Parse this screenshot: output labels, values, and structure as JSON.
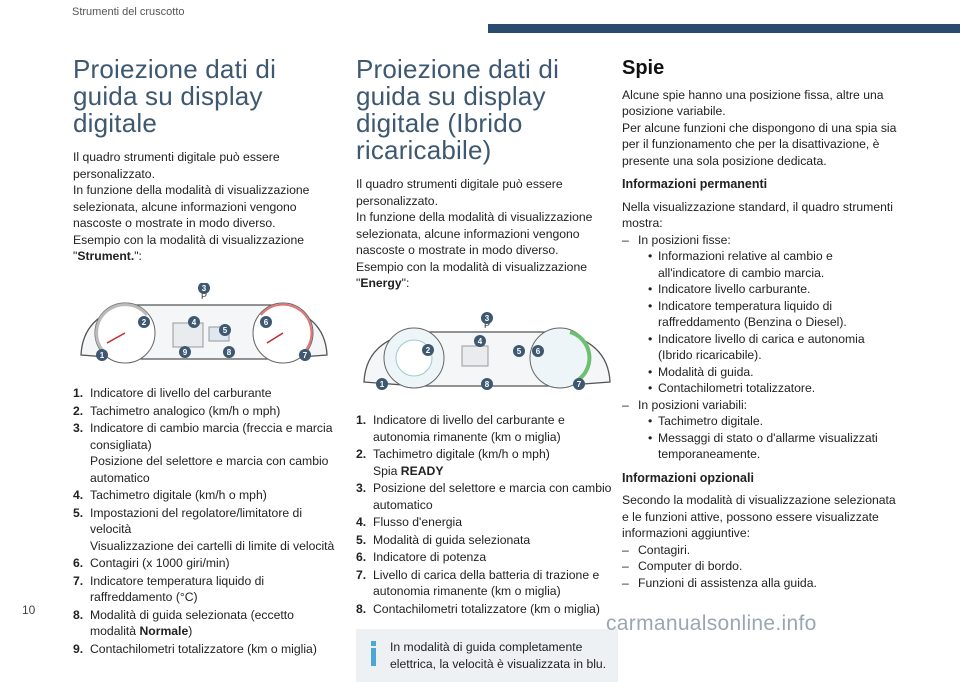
{
  "header": {
    "section_label": "Strumenti del cruscotto",
    "page_number": "10"
  },
  "col1": {
    "title": "Proiezione dati di guida su display digitale",
    "intro": "Il quadro strumenti digitale può essere personalizzato.",
    "p1": "In funzione della modalità di visualizzazione selezionata, alcune informazioni vengono nascoste o mostrate in modo diverso.",
    "p2_pre": "Esempio con la modalità di visualizzazione \"",
    "p2_bold": "Strument.",
    "p2_post": "\":",
    "callouts": [
      "1",
      "2",
      "3",
      "4",
      "5",
      "6",
      "7",
      "8",
      "9"
    ],
    "items": [
      {
        "num": "1.",
        "text": "Indicatore di livello del carburante"
      },
      {
        "num": "2.",
        "text": "Tachimetro analogico (km/h o mph)"
      },
      {
        "num": "3.",
        "text": "Indicatore di cambio marcia (freccia e marcia consigliata)",
        "extra": "Posizione del selettore e marcia con cambio automatico"
      },
      {
        "num": "4.",
        "text": "Tachimetro digitale (km/h o mph)"
      },
      {
        "num": "5.",
        "text": "Impostazioni del regolatore/limitatore di velocità",
        "extra": "Visualizzazione dei cartelli di limite di velocità"
      },
      {
        "num": "6.",
        "text": "Contagiri (x 1000 giri/min)"
      },
      {
        "num": "7.",
        "text": "Indicatore temperatura liquido di raffreddamento (°C)"
      },
      {
        "num": "8.",
        "text_pre": "Modalità di guida selezionata (eccetto modalità ",
        "text_bold": "Normale",
        "text_post": ")"
      },
      {
        "num": "9.",
        "text": "Contachilometri totalizzatore (km o miglia)"
      }
    ]
  },
  "col2": {
    "title": "Proiezione dati di guida su display digitale (Ibrido ricaricabile)",
    "intro": "Il quadro strumenti digitale può essere personalizzato.",
    "p1": "In funzione della modalità di visualizzazione selezionata, alcune informazioni vengono nascoste o mostrate in modo diverso.",
    "p2_pre": "Esempio con la modalità di visualizzazione \"",
    "p2_bold": "Energy",
    "p2_post": "\":",
    "callouts": [
      "1",
      "2",
      "3",
      "4",
      "5",
      "6",
      "7",
      "8"
    ],
    "items": [
      {
        "num": "1.",
        "text": "Indicatore di livello del carburante e autonomia rimanente (km o miglia)"
      },
      {
        "num": "2.",
        "text": "Tachimetro digitale (km/h o mph)",
        "extra_pre": "Spia ",
        "extra_bold": "READY"
      },
      {
        "num": "3.",
        "text": "Posizione del selettore e marcia con cambio automatico"
      },
      {
        "num": "4.",
        "text": "Flusso d'energia"
      },
      {
        "num": "5.",
        "text": "Modalità di guida selezionata"
      },
      {
        "num": "6.",
        "text": "Indicatore di potenza"
      },
      {
        "num": "7.",
        "text": "Livello di carica della batteria di trazione e autonomia rimanente (km o miglia)"
      },
      {
        "num": "8.",
        "text": "Contachilometri totalizzatore (km o miglia)"
      }
    ],
    "info": "In modalità di guida completamente elettrica, la velocità è visualizzata in blu."
  },
  "col3": {
    "title": "Spie",
    "intro": "Alcune spie hanno una posizione fissa, altre una posizione variabile.",
    "p1": "Per alcune funzioni che dispongono di una spia sia per il funzionamento che per la disattivazione, è presente una sola posizione dedicata.",
    "h_perm": "Informazioni permanenti",
    "perm_intro": "Nella visualizzazione standard, il quadro strumenti mostra:",
    "fixed_label": "In posizioni fisse:",
    "fixed_items": [
      "Informazioni relative al cambio e all'indicatore di cambio marcia.",
      "Indicatore livello carburante.",
      "Indicatore temperatura liquido di raffreddamento (Benzina o Diesel).",
      "Indicatore livello di carica e autonomia (Ibrido ricaricabile).",
      "Modalità di guida.",
      "Contachilometri totalizzatore."
    ],
    "variable_label": "In posizioni variabili:",
    "variable_items": [
      "Tachimetro digitale.",
      "Messaggi di stato o d'allarme visualizzati temporaneamente."
    ],
    "h_opt": "Informazioni opzionali",
    "opt_intro": "Secondo la modalità di visualizzazione selezionata e le funzioni attive, possono essere visualizzate informazioni aggiuntive:",
    "opt_items": [
      "Contagiri.",
      "Computer di bordo.",
      "Funzioni di assistenza alla guida."
    ]
  },
  "watermark": "carmanualsonline.info",
  "colors": {
    "accent": "#2a4b6e",
    "title": "#3d5870",
    "info_blue": "#4aa8d8",
    "callout": "#3d5870"
  }
}
